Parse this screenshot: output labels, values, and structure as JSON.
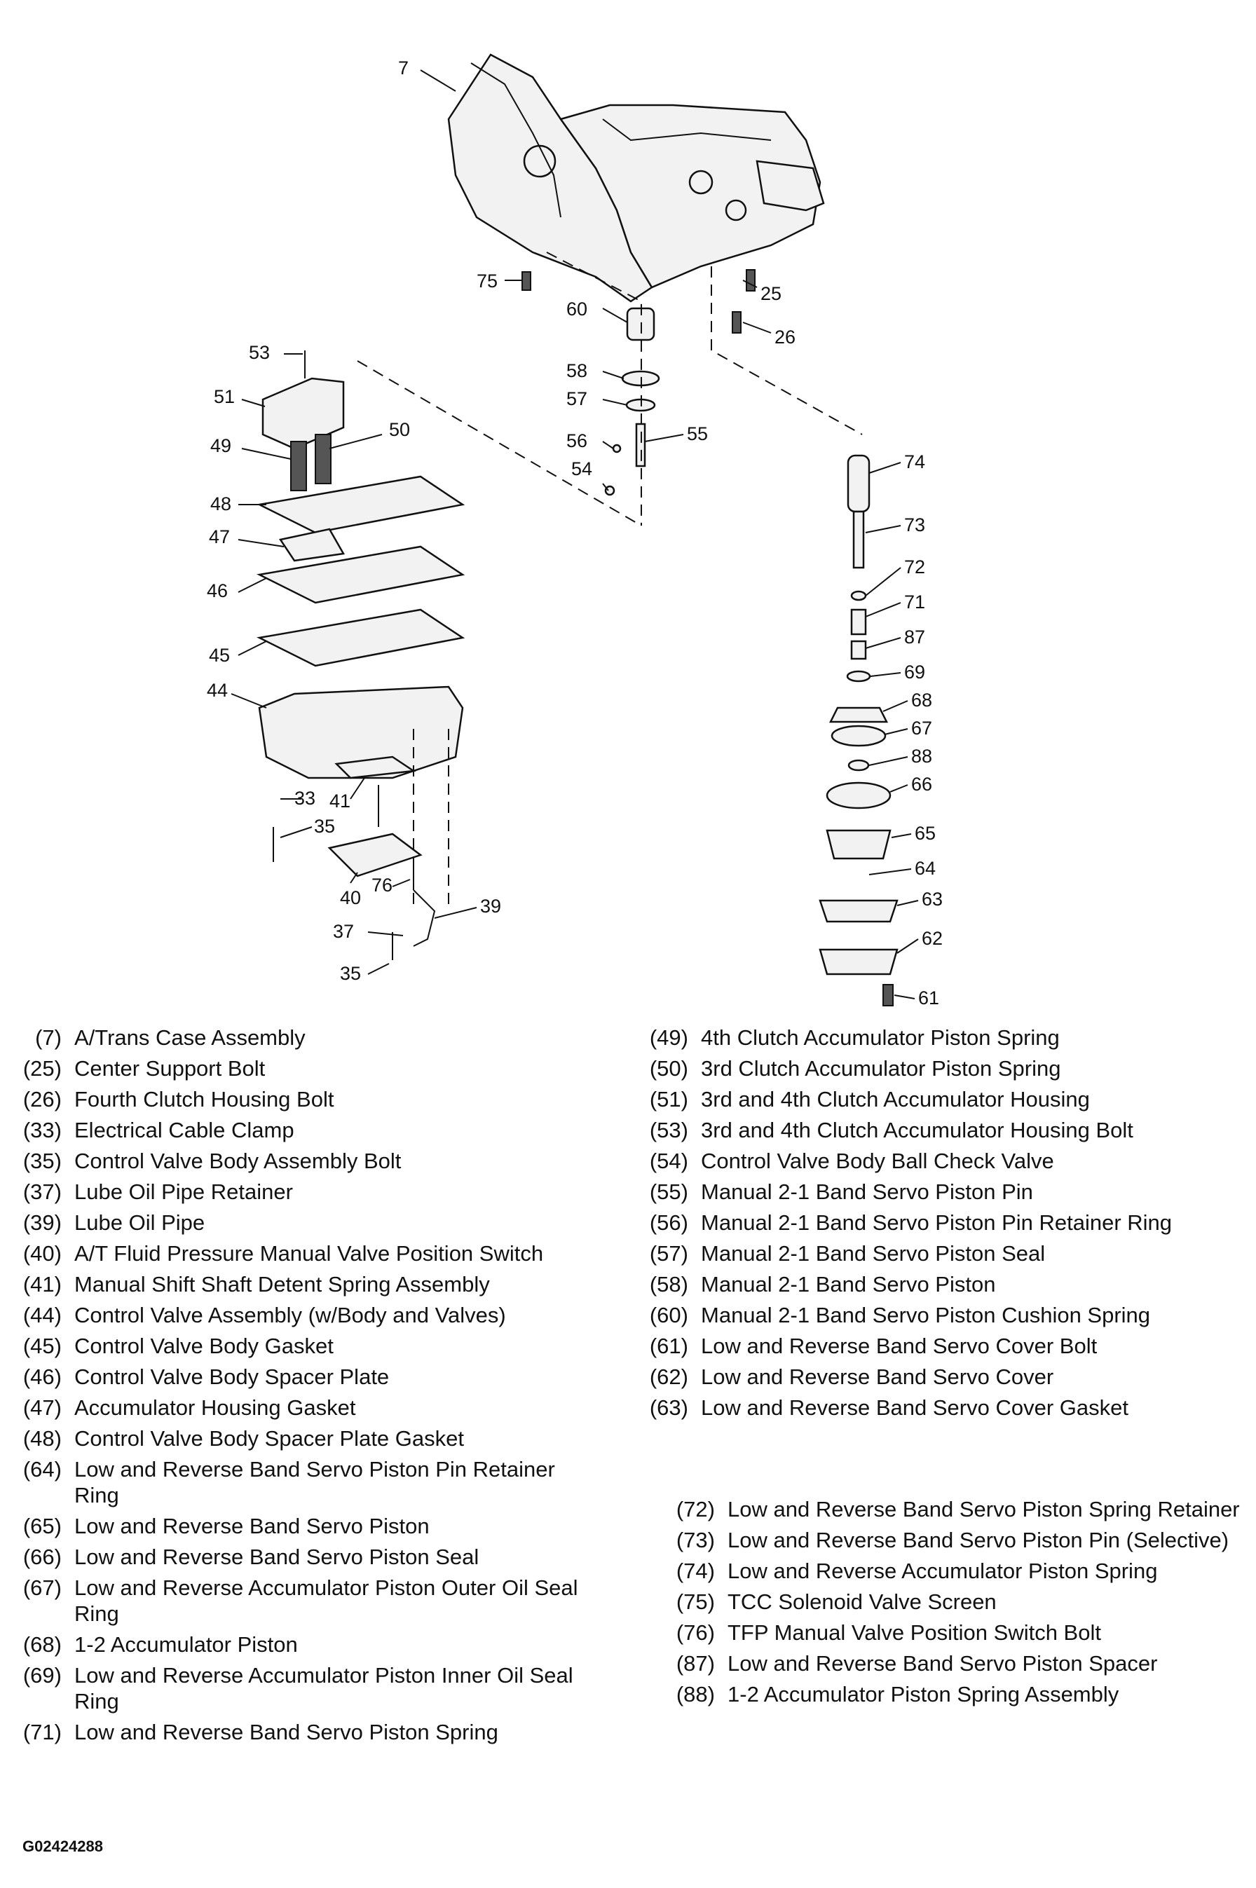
{
  "callouts": [
    "7",
    "75",
    "60",
    "25",
    "26",
    "58",
    "57",
    "56",
    "55",
    "54",
    "53",
    "51",
    "50",
    "49",
    "48",
    "47",
    "46",
    "45",
    "44",
    "33",
    "41",
    "35",
    "40",
    "76",
    "39",
    "37",
    "35",
    "74",
    "73",
    "72",
    "71",
    "87",
    "69",
    "68",
    "67",
    "88",
    "66",
    "65",
    "64",
    "63",
    "62",
    "61"
  ],
  "legend_left": [
    {
      "num": "(7)",
      "text": "A/Trans Case Assembly"
    },
    {
      "num": "(25)",
      "text": "Center Support Bolt"
    },
    {
      "num": "(26)",
      "text": "Fourth Clutch Housing Bolt"
    },
    {
      "num": "(33)",
      "text": "Electrical Cable Clamp"
    },
    {
      "num": "(35)",
      "text": "Control Valve Body Assembly Bolt"
    },
    {
      "num": "(37)",
      "text": "Lube Oil Pipe Retainer"
    },
    {
      "num": "(39)",
      "text": "Lube Oil Pipe"
    },
    {
      "num": "(40)",
      "text": "A/T Fluid Pressure Manual Valve Position Switch"
    },
    {
      "num": "(41)",
      "text": "Manual Shift Shaft Detent Spring Assembly"
    },
    {
      "num": "(44)",
      "text": "Control Valve Assembly (w/Body and Valves)"
    },
    {
      "num": "(45)",
      "text": "Control Valve Body Gasket"
    },
    {
      "num": "(46)",
      "text": "Control Valve Body Spacer Plate"
    },
    {
      "num": "(47)",
      "text": "Accumulator Housing Gasket"
    },
    {
      "num": "(48)",
      "text": "Control Valve Body Spacer Plate Gasket"
    },
    {
      "num": "(64)",
      "text": "Low and Reverse Band Servo Piston Pin Retainer Ring"
    },
    {
      "num": "(65)",
      "text": "Low and Reverse Band Servo Piston"
    },
    {
      "num": "(66)",
      "text": "Low and Reverse Band Servo Piston Seal"
    },
    {
      "num": "(67)",
      "text": "Low and Reverse Accumulator Piston Outer Oil Seal Ring"
    },
    {
      "num": "(68)",
      "text": "1-2 Accumulator Piston"
    },
    {
      "num": "(69)",
      "text": "Low and Reverse Accumulator Piston Inner Oil Seal Ring"
    },
    {
      "num": "(71)",
      "text": "Low and Reverse Band Servo Piston Spring"
    }
  ],
  "legend_mid": [
    {
      "num": "(49)",
      "text": "4th Clutch Accumulator Piston Spring"
    },
    {
      "num": "(50)",
      "text": "3rd Clutch Accumulator Piston Spring"
    },
    {
      "num": "(51)",
      "text": "3rd and 4th Clutch Accumulator Housing"
    },
    {
      "num": "(53)",
      "text": "3rd and 4th Clutch Accumulator Housing Bolt"
    },
    {
      "num": "(54)",
      "text": "Control Valve Body Ball Check Valve"
    },
    {
      "num": "(55)",
      "text": "Manual 2-1 Band Servo Piston Pin"
    },
    {
      "num": "(56)",
      "text": "Manual 2-1 Band Servo Piston Pin Retainer Ring"
    },
    {
      "num": "(57)",
      "text": "Manual 2-1 Band Servo Piston Seal"
    },
    {
      "num": "(58)",
      "text": "Manual 2-1 Band Servo Piston"
    },
    {
      "num": "(60)",
      "text": "Manual 2-1 Band Servo Piston Cushion Spring"
    },
    {
      "num": "(61)",
      "text": "Low and Reverse Band Servo Cover Bolt"
    },
    {
      "num": "(62)",
      "text": "Low and Reverse Band Servo Cover"
    },
    {
      "num": "(63)",
      "text": "Low and Reverse Band Servo Cover Gasket"
    }
  ],
  "legend_right": [
    {
      "num": "(72)",
      "text": "Low and Reverse Band Servo Piston Spring Retainer"
    },
    {
      "num": "(73)",
      "text": "Low and Reverse Band Servo Piston Pin (Selective)"
    },
    {
      "num": "(74)",
      "text": "Low and Reverse Accumulator Piston Spring"
    },
    {
      "num": "(75)",
      "text": "TCC Solenoid Valve Screen"
    },
    {
      "num": "(76)",
      "text": "TFP Manual Valve Position Switch Bolt"
    },
    {
      "num": "(87)",
      "text": "Low and Reverse Band Servo Piston Spacer"
    },
    {
      "num": "(88)",
      "text": "1-2 Accumulator Piston Spring Assembly"
    }
  ],
  "figure_code": "G02424288"
}
